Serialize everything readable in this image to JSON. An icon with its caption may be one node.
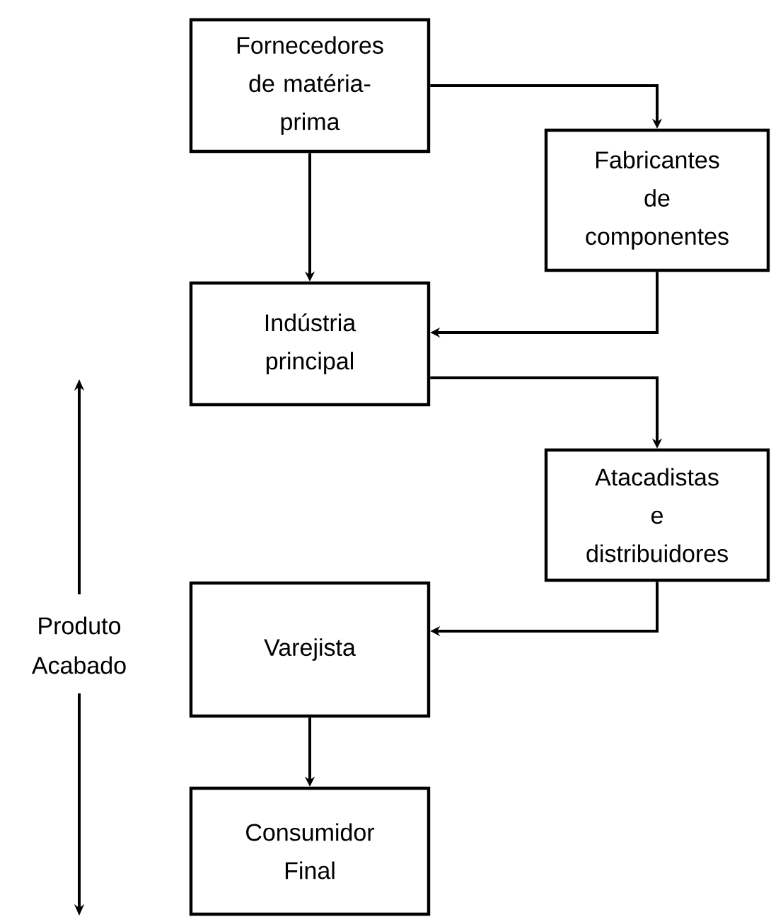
{
  "diagram": {
    "nodes": [
      {
        "text": [
          "Fornecedores de matéria-prima"
        ]
      },
      {
        "text": [
          "Fabricantes de componentes"
        ]
      },
      {
        "text": [
          "Indústria principal"
        ]
      },
      {
        "text": [
          "Atacadistas e distribuidores"
        ]
      },
      {
        "text": [
          "Varejista"
        ]
      },
      {
        "text": [
          "Consumidor Final"
        ]
      }
    ],
    "edges": [
      {
        "from": 0,
        "to": 1,
        "arrow": "to"
      },
      {
        "from": 0,
        "to": 2,
        "arrow": "to"
      },
      {
        "from": 1,
        "to": 2,
        "arrow": "to"
      },
      {
        "from": 2,
        "to": 3,
        "arrow": "to"
      },
      {
        "from": 3,
        "to": 4,
        "arrow": "to"
      },
      {
        "from": 4,
        "to": 5,
        "arrow": "to"
      }
    ],
    "labels": [
      "Produto Acabado"
    ]
  }
}
